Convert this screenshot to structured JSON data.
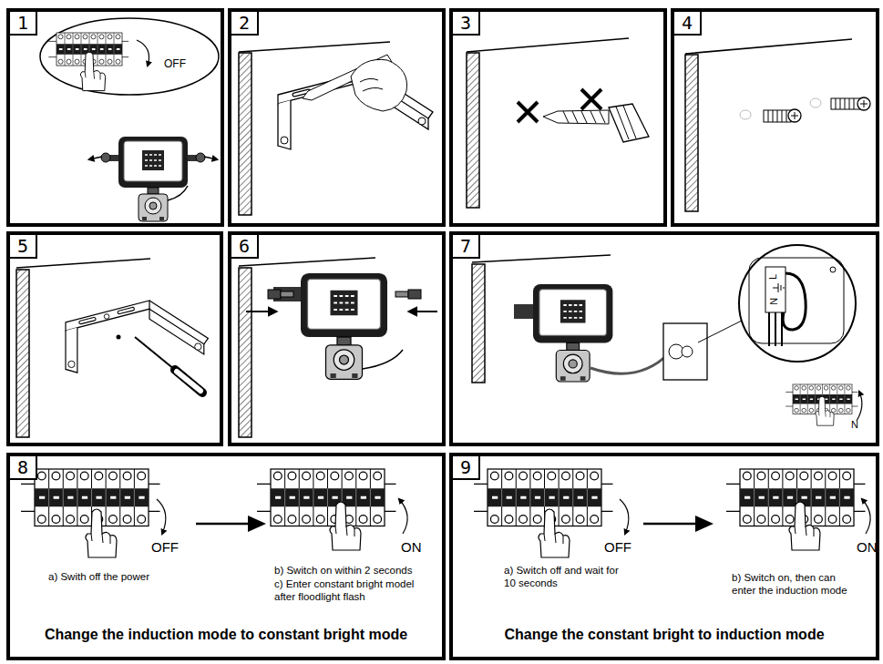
{
  "diagram": {
    "nodes": [
      {
        "text": [
          "1",
          "OFF"
        ]
      },
      {
        "text": [
          "2"
        ]
      },
      {
        "text": [
          "3"
        ]
      },
      {
        "text": [
          "4"
        ]
      },
      {
        "text": [
          "5"
        ]
      },
      {
        "text": [
          "6"
        ]
      },
      {
        "text": [
          "7",
          "N",
          "L",
          "N"
        ]
      },
      {
        "text": [
          "8",
          "OFF",
          "a) Swith off the power",
          "ON",
          "b) Switch on within 2 seconds",
          "c) Enter constant bright model after floodlight flash",
          "Change the induction mode to constant bright mode"
        ]
      },
      {
        "text": [
          "9",
          "OFF",
          "a) Switch off and wait for 10 seconds",
          "ON",
          "b) Switch on, then can enter the induction mode",
          "Change the constant bright to induction mode"
        ]
      }
    ]
  }
}
